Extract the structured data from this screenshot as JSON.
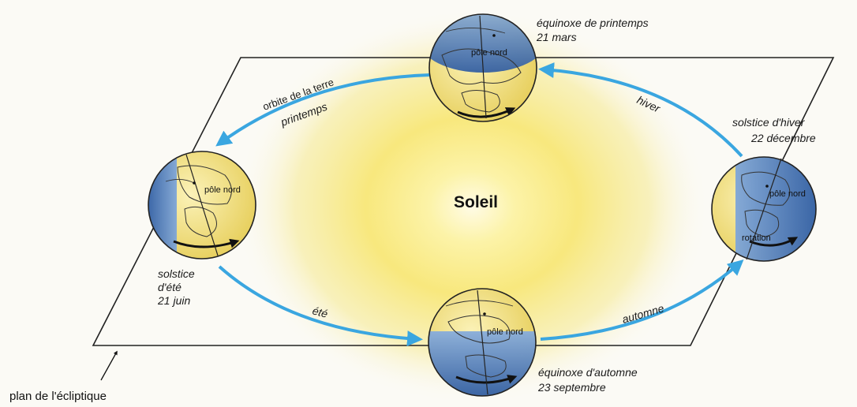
{
  "sun": {
    "label": "Soleil"
  },
  "orbit": {
    "label": "orbite de la terre"
  },
  "seasons": {
    "printemps": "printemps",
    "ete": "été",
    "automne": "automne",
    "hiver": "hiver"
  },
  "events": {
    "spring": {
      "name": "équinoxe de printemps",
      "date": "21 mars"
    },
    "summer": {
      "line1": "solstice",
      "line2": "d'été",
      "date": "21 juin"
    },
    "autumn": {
      "name": "équinoxe d'automne",
      "date": "23 septembre"
    },
    "winter": {
      "name": "solstice d'hiver",
      "date": "22 décembre"
    }
  },
  "globe": {
    "pole_label": "pôle nord",
    "rotation_label": "rotation"
  },
  "plane": {
    "label": "plan de l'écliptique"
  },
  "colors": {
    "orbit_arrow": "#3aa6e0",
    "night_side": "#3c6fb8",
    "day_side": "#f2e080",
    "sun_glow": "#f7e46a"
  }
}
